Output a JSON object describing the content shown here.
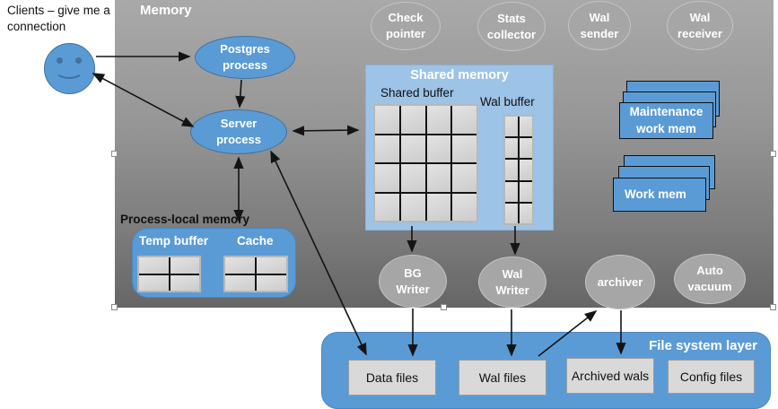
{
  "client": {
    "label": "Clients – give me a connection",
    "icon": "smiley-face-icon"
  },
  "memory": {
    "title": "Memory"
  },
  "processes": {
    "postgres": "Postgres process",
    "server": "Server process"
  },
  "top_ellipses": [
    {
      "label": "Check pointer"
    },
    {
      "label": "Stats collector"
    },
    {
      "label": "Wal sender"
    },
    {
      "label": "Wal receiver"
    }
  ],
  "shared_memory": {
    "title": "Shared memory",
    "shared_buffer": {
      "label": "Shared buffer",
      "cols": 4,
      "rows": 4
    },
    "wal_buffer": {
      "label": "Wal buffer",
      "cols": 2,
      "rows": 5
    }
  },
  "stacks": {
    "maintenance": {
      "label": "Maintenance work mem",
      "layers": 3
    },
    "work": {
      "label": "Work mem",
      "layers": 3
    }
  },
  "process_local": {
    "title": "Process-local memory",
    "temp_buffer": {
      "label": "Temp buffer",
      "cols": 2,
      "rows": 2
    },
    "cache": {
      "label": "Cache",
      "cols": 2,
      "rows": 2
    }
  },
  "bottom_ellipses": [
    {
      "label": "BG Writer"
    },
    {
      "label": "Wal Writer"
    },
    {
      "label": "archiver"
    },
    {
      "label": "Auto vacuum"
    }
  ],
  "file_system": {
    "title": "File system layer",
    "files": [
      {
        "label": "Data files"
      },
      {
        "label": "Wal files"
      },
      {
        "label": "Archived wals"
      },
      {
        "label": "Config files"
      }
    ]
  },
  "colors": {
    "accent_blue": "#5b9bd5",
    "border_blue": "#41719c",
    "light_blue": "#9dc3e6",
    "gray_ellipse": "#a6a6a6",
    "cell_gray": "#d9d9d9",
    "memory_gray_top": "#a9a9a9",
    "memory_gray_bottom": "#666666"
  }
}
